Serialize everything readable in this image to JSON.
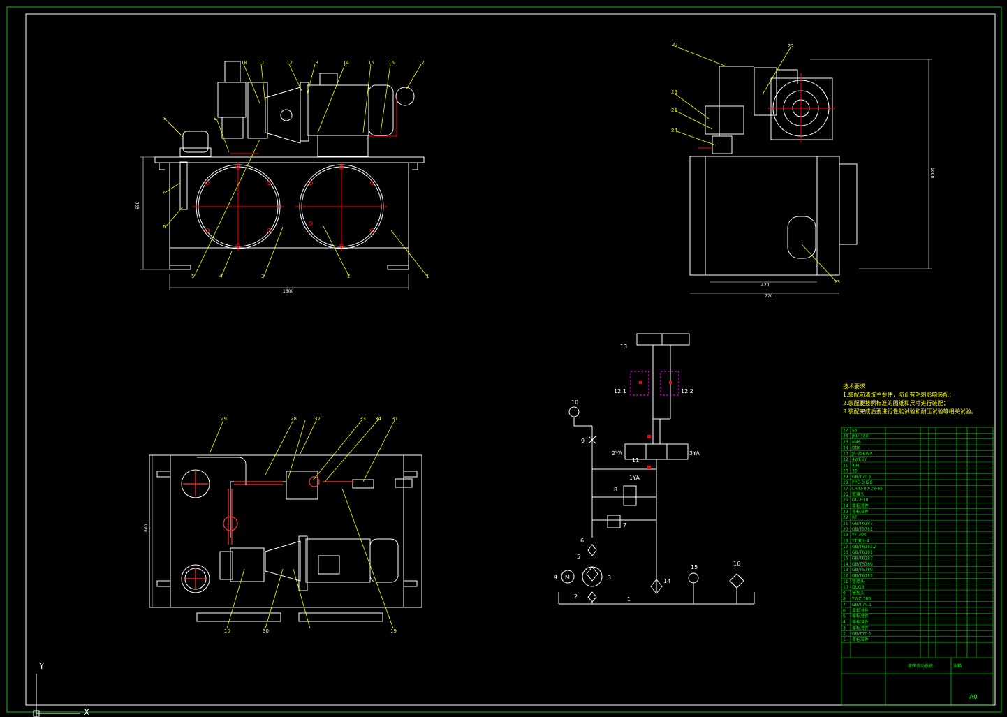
{
  "colors": {
    "frame": "#00cc00",
    "line": "#ffffff",
    "leader": "#ffff00",
    "center": "#ff0000",
    "pipe": "#ff3333",
    "dash": "#ff00ff",
    "table": "#00ff00"
  },
  "front_view": {
    "callouts": [
      "18",
      "11",
      "12",
      "13",
      "14",
      "15",
      "16",
      "17",
      "8",
      "9",
      "7",
      "6",
      "5",
      "4",
      "3",
      "2",
      "1"
    ],
    "dim_width": "1500",
    "dim_height": "650"
  },
  "side_view": {
    "callouts": [
      "27",
      "22",
      "26",
      "25",
      "24",
      "23"
    ],
    "dim_height": "1000",
    "dim_inner": "420",
    "dim_outer": "770"
  },
  "top_view": {
    "callouts": [
      "29",
      "28",
      "32",
      "33",
      "34",
      "31",
      "10",
      "30",
      "19"
    ],
    "dim_height": "800"
  },
  "schematic": {
    "labels": {
      "cyl": "13",
      "v121": "12.1",
      "v122": "12.2",
      "gauge": "10",
      "cock": "9",
      "ya2": "2YA",
      "ya3": "3YA",
      "valve11": "11",
      "ya1": "1YA",
      "valve8": "8",
      "relief": "7",
      "check": "6",
      "filter5": "5",
      "motor": "M",
      "motor_no": "4",
      "pump": "3",
      "strainer": "2",
      "tank": "1",
      "filter14": "14",
      "thermo": "15",
      "cooler": "16"
    }
  },
  "notes": {
    "title": "技术要求",
    "items": [
      "1.装配前清洗主要件，防止有毛刺影响装配；",
      "2.装配要按照标准的图纸和尺寸进行装配；",
      "3.装配完成后要进行性能试验和耐压试验等相关试验。"
    ]
  },
  "title_block": {
    "rows": [
      [
        "27",
        "S6"
      ],
      [
        "26",
        "JKU-160"
      ],
      [
        "25",
        "M46"
      ],
      [
        "24",
        "DB6"
      ],
      [
        "23",
        "JA-25EWX"
      ],
      [
        "22",
        "4WE6Y"
      ],
      [
        "21",
        "4JH"
      ],
      [
        "20",
        "30"
      ],
      [
        "29",
        "GB/T70.1"
      ],
      [
        "28",
        "PPE-3H28"
      ],
      [
        "27",
        "LH/D-80-28-65"
      ],
      [
        "26",
        "管接头"
      ],
      [
        "25",
        "GU-H10"
      ],
      [
        "24",
        "非标准件"
      ],
      [
        "23",
        "非标准件"
      ],
      [
        "22",
        "RF"
      ],
      [
        "21",
        "GB/T6187"
      ],
      [
        "20",
        "GB/T5781"
      ],
      [
        "19",
        "YF-300"
      ],
      [
        "18",
        "YTB0L-4"
      ],
      [
        "17",
        "GB/T6183.2"
      ],
      [
        "16",
        "GB/T6181"
      ],
      [
        "15",
        "GB/T6187"
      ],
      [
        "14",
        "GB/T5789"
      ],
      [
        "13",
        "GB/T5780"
      ],
      [
        "12",
        "GB/T6187"
      ],
      [
        "11",
        "管接头"
      ],
      [
        "10",
        "DUQ3"
      ],
      [
        "9",
        "管接头"
      ],
      [
        "8",
        "YWZ-380"
      ],
      [
        "7",
        "GB/T70.1"
      ],
      [
        "6",
        "非标准件"
      ],
      [
        "5",
        "非标准件"
      ],
      [
        "4",
        "非标准件"
      ],
      [
        "3",
        "非标准件"
      ],
      [
        "2",
        "GB/T70.1"
      ],
      [
        "1",
        "非标准件"
      ]
    ],
    "drawing_name": "液压传动系统",
    "part_name": "油箱",
    "size": "A0"
  },
  "ucs": {
    "y": "Y",
    "x": "X"
  }
}
